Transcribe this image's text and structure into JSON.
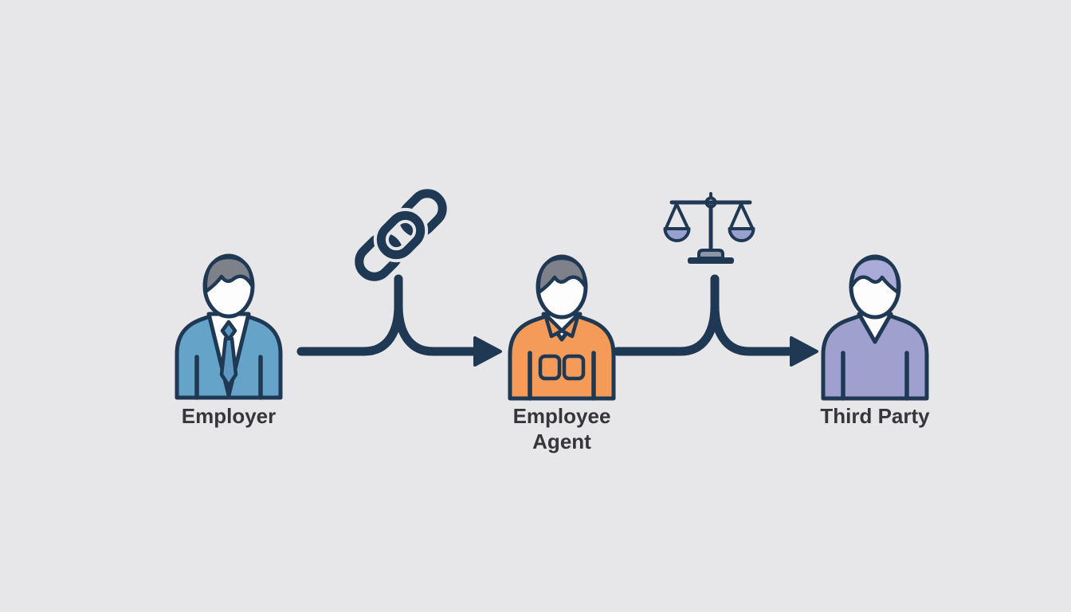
{
  "diagram": {
    "description": "three-party employment relationship flow",
    "nodes": [
      {
        "id": "employer",
        "label": "Employer",
        "label_lines": [
          "Employer"
        ],
        "figure": "person-suit-tie",
        "shirt_color": "#66a3c9",
        "hair_color": "#7e818a"
      },
      {
        "id": "employee-agent",
        "label": "Employee Agent",
        "label_lines": [
          "Employee",
          "Agent"
        ],
        "figure": "person-collar-pockets",
        "shirt_color": "#f49b59",
        "hair_color": "#7e818a"
      },
      {
        "id": "third-party",
        "label": "Third Party",
        "label_lines": [
          "Third Party"
        ],
        "figure": "person-v-neck",
        "shirt_color": "#9fa0ce",
        "hair_color": "#a9abd8"
      }
    ],
    "connectors": [
      {
        "from": "employer",
        "to": "employee-agent",
        "icon": "chain-link-icon",
        "arrow": "branch-merge-right"
      },
      {
        "from": "employee-agent",
        "to": "third-party",
        "icon": "scales-of-justice-icon",
        "arrow": "branch-merge-right"
      }
    ]
  },
  "colors": {
    "bg": "#e7e6e9",
    "ink": "#1f3853",
    "text": "#35363c",
    "face": "#fdfdfe",
    "employer-suit": "#66a3c9",
    "employer-tie": "#5b97c0",
    "agent-shirt": "#f49b59",
    "third-shirt": "#9fa0ce",
    "hair-gray": "#7e818a",
    "hair-purple": "#a9abd8",
    "scale-pan": "#9aa0cd",
    "scale-base": "#8e95a9"
  }
}
